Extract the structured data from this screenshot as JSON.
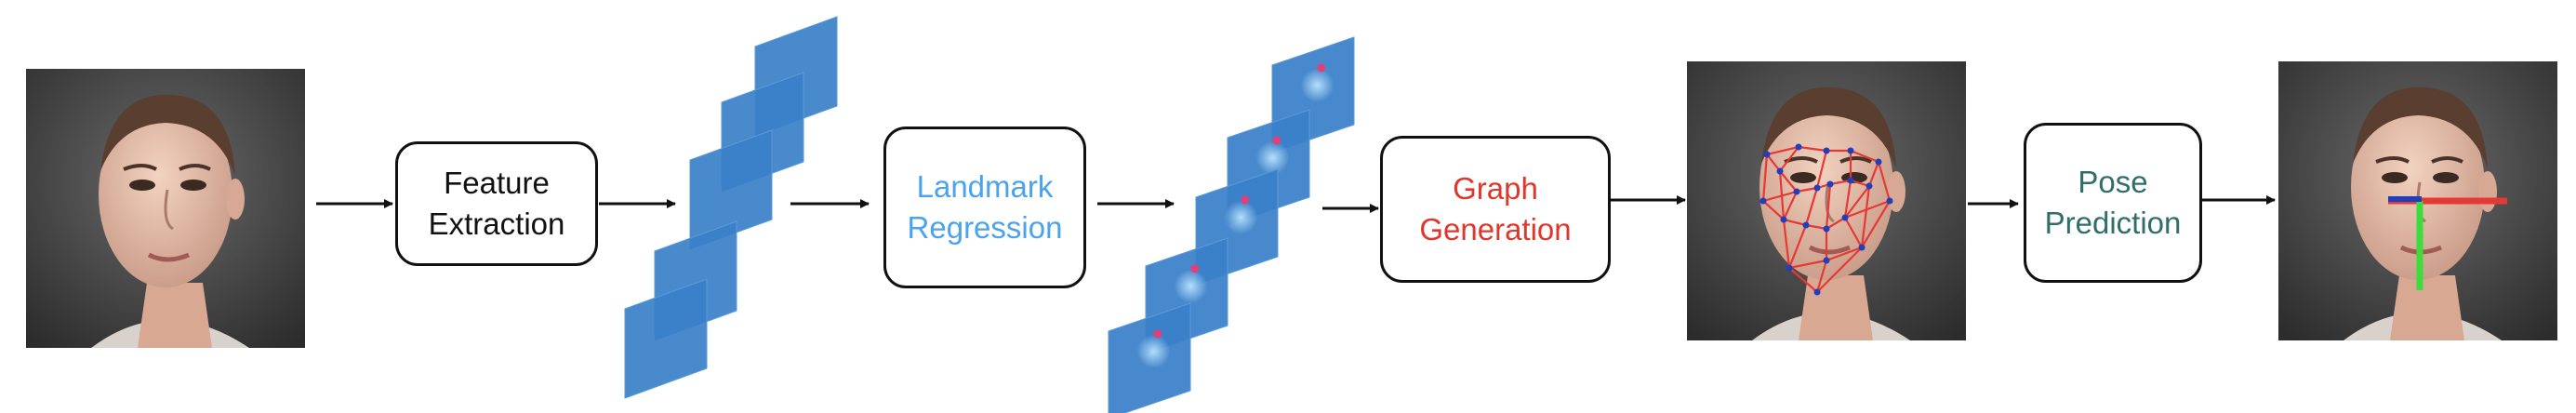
{
  "steps": [
    {
      "line1": "Feature",
      "line2": "Extraction",
      "color": "#111111"
    },
    {
      "line1": "Landmark",
      "line2": "Regression",
      "color": "#4aa3ec"
    },
    {
      "line1": "Graph",
      "line2": "Generation",
      "color": "#e0372c"
    },
    {
      "line1": "Pose",
      "line2": "Prediction",
      "color": "#2f6e6a"
    }
  ],
  "colors": {
    "feature_map": "#3a80c9",
    "landmark_dot": "#e0407a",
    "graph_edges": "#e53935",
    "graph_nodes": "#1f3fbf",
    "axis_x": "#e53935",
    "axis_y": "#3ddc3d",
    "axis_z": "#1f3fbf"
  },
  "images": [
    {
      "icon": "input-face-photo"
    },
    {
      "icon": "face-with-landmark-graph"
    },
    {
      "icon": "face-with-pose-axes"
    }
  ]
}
